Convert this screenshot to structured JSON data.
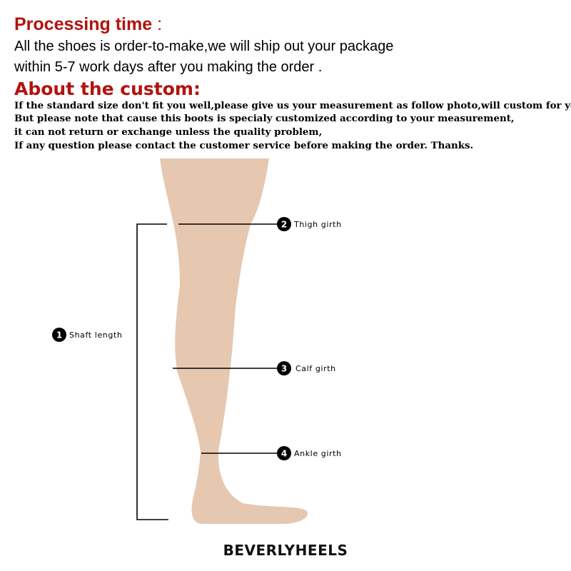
{
  "processing": {
    "title": "Processing time",
    "colon": " :",
    "lines": [
      "All the shoes is order-to-make,we will ship out your package",
      "within 5-7 work days after you making the order ."
    ]
  },
  "custom": {
    "title": "About the custom:",
    "lines": [
      "If the standard size don't fit you well,please give us your measurement as follow photo,will custom for you",
      "But please note that cause this boots is specialy customized according to your measurement,",
      "it can not return or exchange unless the quality problem,",
      "If any question please contact the customer service before making the order. Thanks."
    ]
  },
  "measurements": [
    {
      "number": "1",
      "label": "Shaft length"
    },
    {
      "number": "2",
      "label": "Thigh girth"
    },
    {
      "number": "3",
      "label": "Calf girth"
    },
    {
      "number": "4",
      "label": "Ankle girth"
    }
  ],
  "brand": "BEVERLYHEELS",
  "colors": {
    "heading": "#b3120e",
    "skin": "#e6c8b0",
    "marker": "#000000"
  }
}
